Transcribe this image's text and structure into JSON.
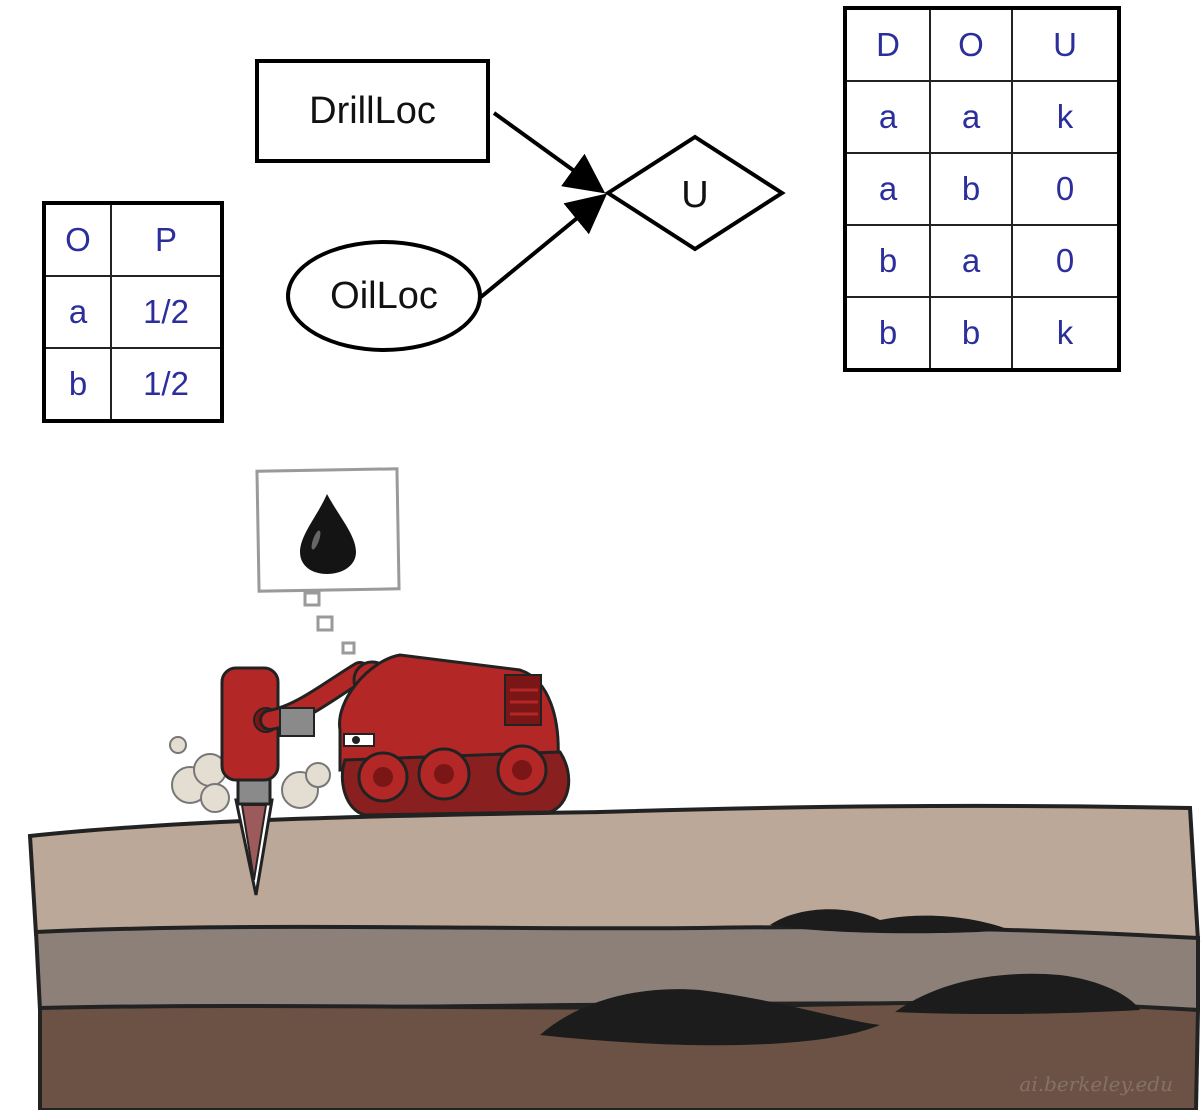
{
  "nodes": {
    "decision_label": "DrillLoc",
    "chance_label": "OilLoc",
    "utility_label": "U"
  },
  "prior_table": {
    "headers": [
      "O",
      "P"
    ],
    "rows": [
      [
        "a",
        "1/2"
      ],
      [
        "b",
        "1/2"
      ]
    ]
  },
  "utility_table": {
    "headers": [
      "D",
      "O",
      "U"
    ],
    "rows": [
      [
        "a",
        "a",
        "k"
      ],
      [
        "a",
        "b",
        "0"
      ],
      [
        "b",
        "a",
        "0"
      ],
      [
        "b",
        "b",
        "k"
      ]
    ]
  },
  "watermark": "ai.berkeley.edu",
  "colors": {
    "table_text": "#2b2e9b",
    "robot_red": "#b32826",
    "soil_top": "#bba898",
    "soil_mid": "#8c8078",
    "soil_bottom": "#6b5244",
    "oil": "#1c1c1c"
  }
}
